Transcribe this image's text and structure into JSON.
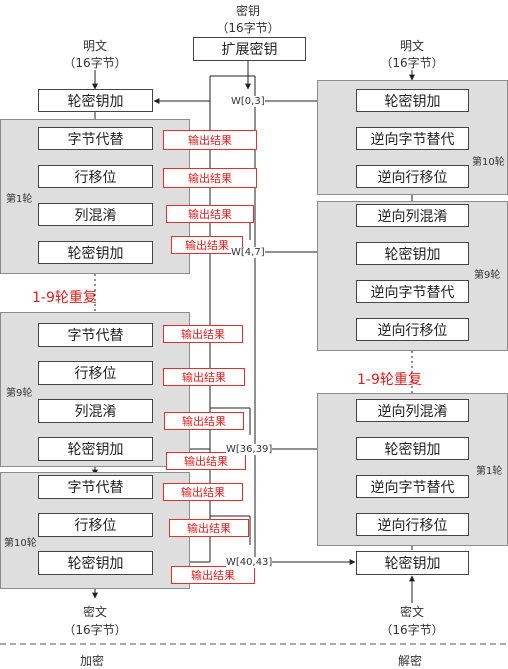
{
  "key": {
    "label": "密钥",
    "size": "（16字节）",
    "expand": "扩展密钥"
  },
  "enc": {
    "in_label": "明文",
    "in_size": "（16字节）",
    "out_label": "密文",
    "out_size": "（16字节）",
    "footer": "加密",
    "init_ark": "轮密钥加",
    "round1": "第1轮",
    "round9": "第9轮",
    "round10": "第10轮",
    "repeat": "1-9轮重复",
    "sub": "字节代替",
    "shift": "行移位",
    "mix": "列混淆",
    "ark": "轮密钥加"
  },
  "dec": {
    "in_label": "明文",
    "in_size": "（16字节）",
    "out_label": "密文",
    "out_size": "（16字节）",
    "footer": "解密",
    "final_ark": "轮密钥加",
    "round10": "第10轮",
    "round9": "第9轮",
    "round1": "第1轮",
    "repeat": "1-9轮重复",
    "inv_sub": "逆向字节替代",
    "inv_shift": "逆向行移位",
    "inv_mix": "逆向列混淆",
    "ark": "轮密钥加"
  },
  "words": {
    "w0": "W[0,3]",
    "w1": "W[4,7]",
    "w9": "W[36,39]",
    "w10": "W[40,43]"
  },
  "output_label": "输出结果"
}
